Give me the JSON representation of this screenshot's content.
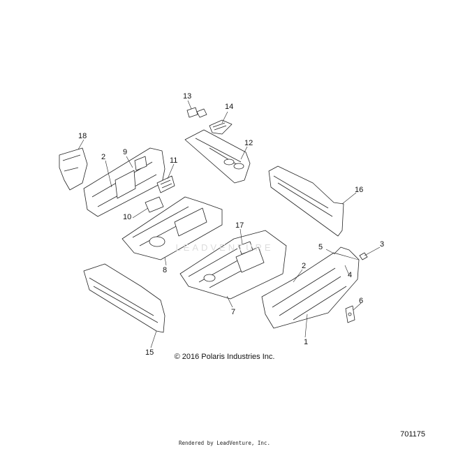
{
  "callouts": [
    "13",
    "14",
    "18",
    "2",
    "9",
    "11",
    "12",
    "16",
    "10",
    "17",
    "5",
    "3",
    "2",
    "4",
    "8",
    "6",
    "7",
    "1",
    "15"
  ],
  "watermark": "LEADVENTURE",
  "copyright": "© 2016 Polaris Industries Inc.",
  "part_number": "701175",
  "footer": "Rendered by LeadVenture, Inc.",
  "colors": {
    "line": "#222222",
    "fill": "#ffffff",
    "shade": "#e6e6e6"
  }
}
